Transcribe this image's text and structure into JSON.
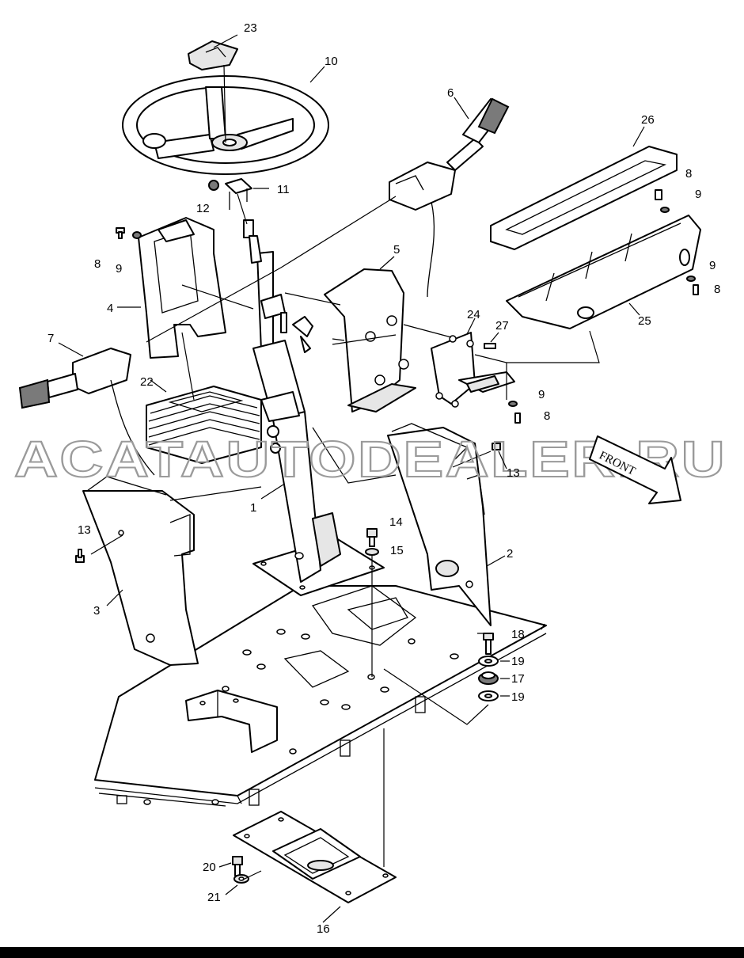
{
  "diagram": {
    "watermark": "ACATAUTODEALER.RU",
    "front_arrow_label": "FRONT",
    "callouts": [
      {
        "id": "c1",
        "label": "1"
      },
      {
        "id": "c2",
        "label": "2"
      },
      {
        "id": "c3",
        "label": "3"
      },
      {
        "id": "c4",
        "label": "4"
      },
      {
        "id": "c5",
        "label": "5"
      },
      {
        "id": "c6",
        "label": "6"
      },
      {
        "id": "c7",
        "label": "7"
      },
      {
        "id": "c8a",
        "label": "8"
      },
      {
        "id": "c8b",
        "label": "8"
      },
      {
        "id": "c8c",
        "label": "8"
      },
      {
        "id": "c8d",
        "label": "8"
      },
      {
        "id": "c9a",
        "label": "9"
      },
      {
        "id": "c9b",
        "label": "9"
      },
      {
        "id": "c9c",
        "label": "9"
      },
      {
        "id": "c9d",
        "label": "9"
      },
      {
        "id": "c10",
        "label": "10"
      },
      {
        "id": "c11",
        "label": "11"
      },
      {
        "id": "c12",
        "label": "12"
      },
      {
        "id": "c13a",
        "label": "13"
      },
      {
        "id": "c13b",
        "label": "13"
      },
      {
        "id": "c14",
        "label": "14"
      },
      {
        "id": "c15",
        "label": "15"
      },
      {
        "id": "c16",
        "label": "16"
      },
      {
        "id": "c17",
        "label": "17"
      },
      {
        "id": "c18",
        "label": "18"
      },
      {
        "id": "c19a",
        "label": "19"
      },
      {
        "id": "c19b",
        "label": "19"
      },
      {
        "id": "c20",
        "label": "20"
      },
      {
        "id": "c21",
        "label": "21"
      },
      {
        "id": "c22",
        "label": "22"
      },
      {
        "id": "c23",
        "label": "23"
      },
      {
        "id": "c24",
        "label": "24"
      },
      {
        "id": "c25",
        "label": "25"
      },
      {
        "id": "c26",
        "label": "26"
      },
      {
        "id": "c27",
        "label": "27"
      }
    ]
  }
}
